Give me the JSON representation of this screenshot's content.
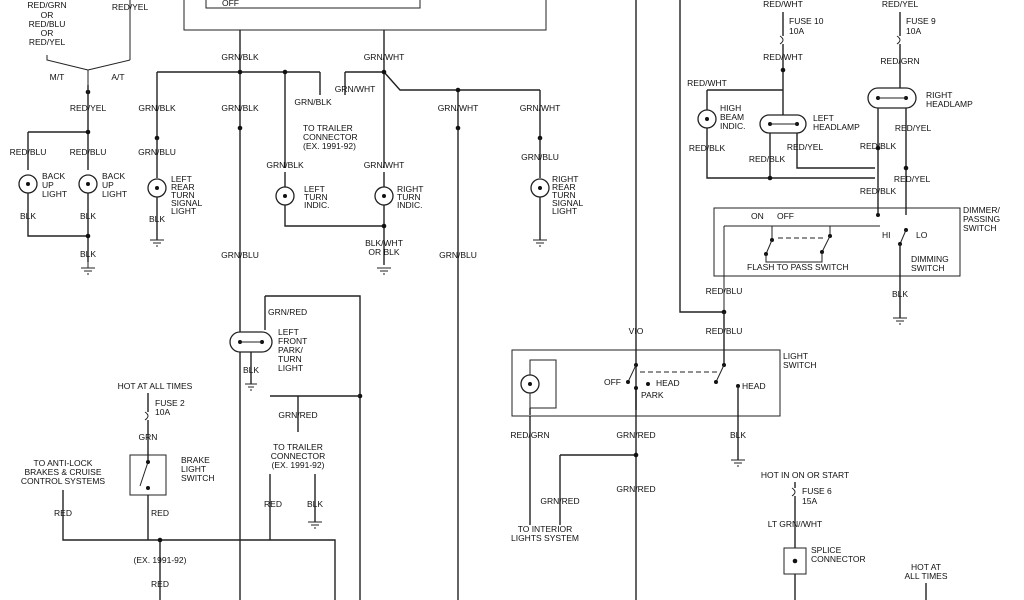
{
  "labels": {
    "red_grn_or_top": "RED/GRN",
    "or1": "OR",
    "red_blu_or": "RED/BLU",
    "or2": "OR",
    "red_yel_or": "RED/YEL",
    "red_yel_top": "RED/YEL",
    "mt": "M/T",
    "at": "A/T",
    "red_yel_mid": "RED/YEL",
    "red_blu_l": "RED/BLU",
    "red_blu_r": "RED/BLU",
    "backup_l_1": "BACK",
    "backup_l_2": "UP",
    "backup_l_3": "LIGHT",
    "backup_r_1": "BACK",
    "backup_r_2": "UP",
    "backup_r_3": "LIGHT",
    "blk_bl": "BLK",
    "blk_br": "BLK",
    "blk_bm": "BLK",
    "off_top": "OFF",
    "grn_blk_top": "GRN/BLK",
    "grn_wht_top": "GRN/WHT",
    "grn_blk_a": "GRN/BLK",
    "grn_blk_b": "GRN/BLK",
    "grn_blk_c": "GRN/BLK",
    "grn_wht_a": "GRN/WHT",
    "grn_wht_b": "GRN/WHT",
    "grn_wht_c": "GRN/WHT",
    "grn_blu_lrt": "GRN/BLU",
    "lrt_1": "LEFT",
    "lrt_2": "REAR",
    "lrt_3": "TURN",
    "lrt_4": "SIGNAL",
    "lrt_5": "LIGHT",
    "blk_lrt": "BLK",
    "to_trailer_1": "TO TRAILER",
    "to_trailer_2": "CONNECTOR",
    "to_trailer_3": "(EX. 1991-92)",
    "grn_blk_lti": "GRN/BLK",
    "lti_1": "LEFT",
    "lti_2": "TURN",
    "lti_3": "INDIC.",
    "grn_wht_rti": "GRN/WHT",
    "rti_1": "RIGHT",
    "rti_2": "TURN",
    "rti_3": "INDIC.",
    "blk_wht": "BLK/WHT",
    "or_blk": "OR BLK",
    "grn_blu_rrt": "GRN/BLU",
    "rrt_1": "RIGHT",
    "rrt_2": "REAR",
    "rrt_3": "TURN",
    "rrt_4": "SIGNAL",
    "rrt_5": "LIGHT",
    "grn_blu_a": "GRN/BLU",
    "grn_blu_b": "GRN/BLU",
    "grn_red_lf": "GRN/RED",
    "lfp_1": "LEFT",
    "lfp_2": "FRONT",
    "lfp_3": "PARK/",
    "lfp_4": "TURN",
    "lfp_5": "LIGHT",
    "blk_lfp": "BLK",
    "hot_all_1": "HOT AT ALL TIMES",
    "fuse2": "FUSE 2",
    "fuse2_a": "10A",
    "grn_brk": "GRN",
    "brake_1": "BRAKE",
    "brake_2": "LIGHT",
    "brake_3": "SWITCH",
    "abs_1": "TO ANTI-LOCK",
    "abs_2": "BRAKES & CRUISE",
    "abs_3": "CONTROL SYSTEMS",
    "red_abs": "RED",
    "red_brk": "RED",
    "grn_red_tr": "GRN/RED",
    "tr2_1": "TO TRAILER",
    "tr2_2": "CONNECTOR",
    "tr2_3": "(EX. 1991-92)",
    "red_tr": "RED",
    "blk_tr": "BLK",
    "ex_9192": "(EX. 1991-92)",
    "red_bot": "RED",
    "red_wht_f10": "RED/WHT",
    "fuse10": "FUSE 10",
    "fuse10_a": "10A",
    "red_yel_f9": "RED/YEL",
    "fuse9": "FUSE 9",
    "fuse9_a": "10A",
    "red_wht_hb": "RED/WHT",
    "hb_1": "HIGH",
    "hb_2": "BEAM",
    "hb_3": "INDIC.",
    "red_blk_hb": "RED/BLK",
    "lh_1": "LEFT",
    "lh_2": "HEADLAMP",
    "red_blk_lh": "RED/BLK",
    "red_yel_lh": "RED/YEL",
    "red_grn_rh": "RED/GRN",
    "rh_1": "RIGHT",
    "rh_2": "HEADLAMP",
    "red_yel_rh": "RED/YEL",
    "red_blk_rh": "RED/BLK",
    "red_yel_rh2": "RED/YEL",
    "red_blk_rh2": "RED/BLK",
    "dim_1": "DIMMER/",
    "dim_2": "PASSING",
    "dim_3": "SWITCH",
    "on": "ON",
    "off": "OFF",
    "hi": "HI",
    "lo": "LO",
    "flash": "FLASH TO PASS SWITCH",
    "dimming_1": "DIMMING",
    "dimming_2": "SWITCH",
    "blk_dim": "BLK",
    "red_blu_dim": "RED/BLU",
    "red_blu_ls": "RED/BLU",
    "vio": "VIO",
    "ls_1": "LIGHT",
    "ls_2": "SWITCH",
    "ls_off": "OFF",
    "ls_head1": "HEAD",
    "ls_park": "PARK",
    "ls_head2": "HEAD",
    "red_grn_ls": "RED/GRN",
    "grn_red_ls": "GRN/RED",
    "blk_ls": "BLK",
    "grn_red_ls2": "GRN/RED",
    "grn_red_int": "GRN/RED",
    "int_1": "TO INTERIOR",
    "int_2": "LIGHTS SYSTEM",
    "hot_on_start": "HOT IN ON OR START",
    "fuse6": "FUSE 6",
    "fuse6_a": "15A",
    "lt_grn_wht": "LT GRN//WHT",
    "splice_1": "SPLICE",
    "splice_2": "CONNECTOR",
    "hot_at2_1": "HOT AT",
    "hot_at2_2": "ALL TIMES"
  }
}
